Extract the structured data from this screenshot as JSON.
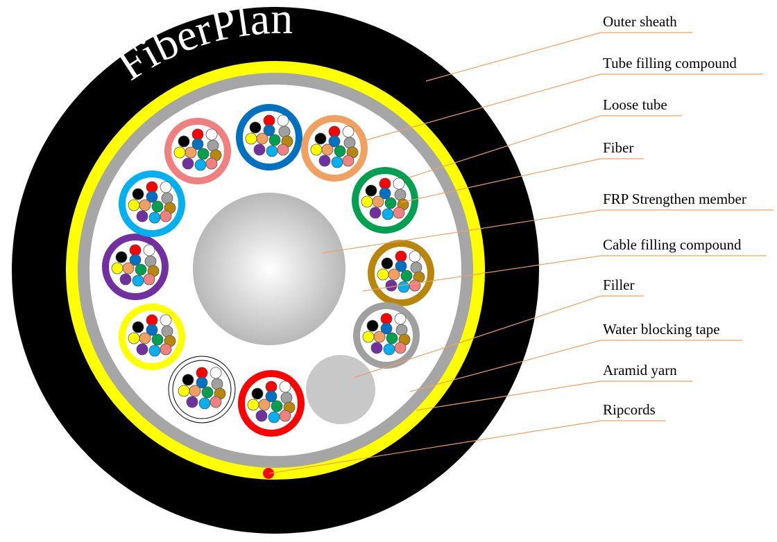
{
  "brand": {
    "text": "FiberPlan"
  },
  "labels": [
    {
      "id": "outer-sheath",
      "text": "Outer sheath"
    },
    {
      "id": "tube-filling-compound",
      "text": "Tube filling compound"
    },
    {
      "id": "loose-tube",
      "text": "Loose tube"
    },
    {
      "id": "fiber",
      "text": "Fiber"
    },
    {
      "id": "frp-strength-member",
      "text": "FRP Strengthen member"
    },
    {
      "id": "cable-filling-compound",
      "text": "Cable filling compound"
    },
    {
      "id": "filler",
      "text": "Filler"
    },
    {
      "id": "water-blocking-tape",
      "text": "Water blocking tape"
    },
    {
      "id": "aramid-yarn",
      "text": "Aramid yarn"
    },
    {
      "id": "ripcords",
      "text": "Ripcords"
    }
  ],
  "colors": {
    "sheath": "#000000",
    "aramid": "#ffff00",
    "tape": "#a6a6a6",
    "leader": "#f0a060",
    "ripcord": "#ff0000",
    "filler": "#c8c8c8"
  },
  "tube_colors": [
    "blue",
    "orange",
    "green",
    "brown",
    "slate",
    "red",
    "natural",
    "yellow",
    "violet",
    "aqua",
    "rose"
  ],
  "fiber_colors": [
    "blue",
    "orange",
    "green",
    "brown",
    "slate",
    "white",
    "red",
    "black",
    "yellow",
    "violet",
    "rose",
    "aqua"
  ]
}
